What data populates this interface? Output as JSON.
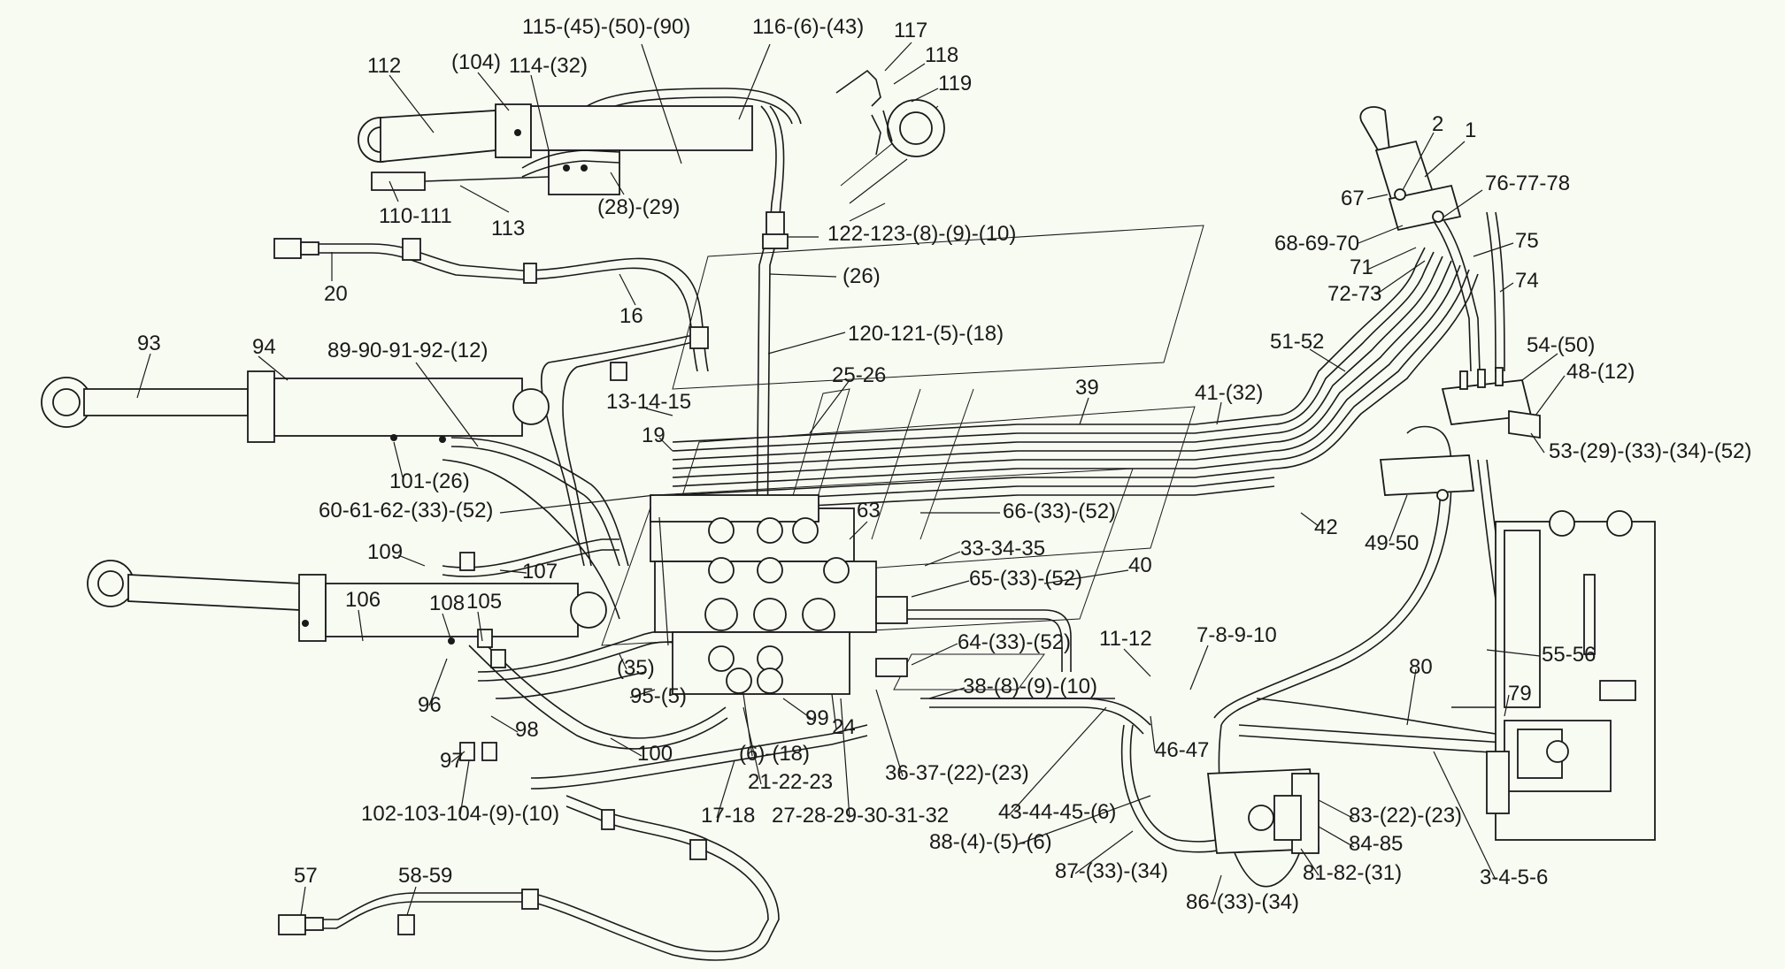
{
  "diagram": {
    "labels": [
      "115-(45)-(50)-(90)",
      "116-(6)-(43)",
      "117",
      "118",
      "119",
      "112",
      "(104)",
      "114-(32)",
      "110-111",
      "113",
      "(28)-(29)",
      "122-123-(8)-(9)-(10)",
      "(26)",
      "20",
      "16",
      "2",
      "1",
      "67",
      "76-77-78",
      "68-69-70",
      "75",
      "71",
      "72-73",
      "74",
      "93",
      "94",
      "89-90-91-92-(12)",
      "120-121-(5)-(18)",
      "25-26",
      "13-14-15",
      "39",
      "41-(32)",
      "51-52",
      "54-(50)",
      "48-(12)",
      "19",
      "53-(29)-(33)-(34)-(52)",
      "101-(26)",
      "60-61-62-(33)-(52)",
      "63",
      "66-(33)-(52)",
      "42",
      "49-50",
      "109",
      "107",
      "33-34-35",
      "40",
      "106",
      "108",
      "105",
      "65-(33)-(52)",
      "11-12",
      "7-8-9-10",
      "64-(33)-(52)",
      "(35)",
      "96",
      "95-(5)",
      "38-(8)-(9)-(10)",
      "55-56",
      "80",
      "79",
      "98",
      "99",
      "24",
      "46-47",
      "97",
      "100",
      "(6)-(18)",
      "21-22-23",
      "36-37-(22)-(23)",
      "43-44-45-(6)",
      "83-(22)-(23)",
      "102-103-104-(9)-(10)",
      "17-18",
      "27-28-29-30-31-32",
      "88-(4)-(5)-(6)",
      "84-85",
      "3-4-5-6",
      "87-(33)-(34)",
      "81-82-(31)",
      "57",
      "58-59",
      "86-(33)-(34)"
    ]
  }
}
